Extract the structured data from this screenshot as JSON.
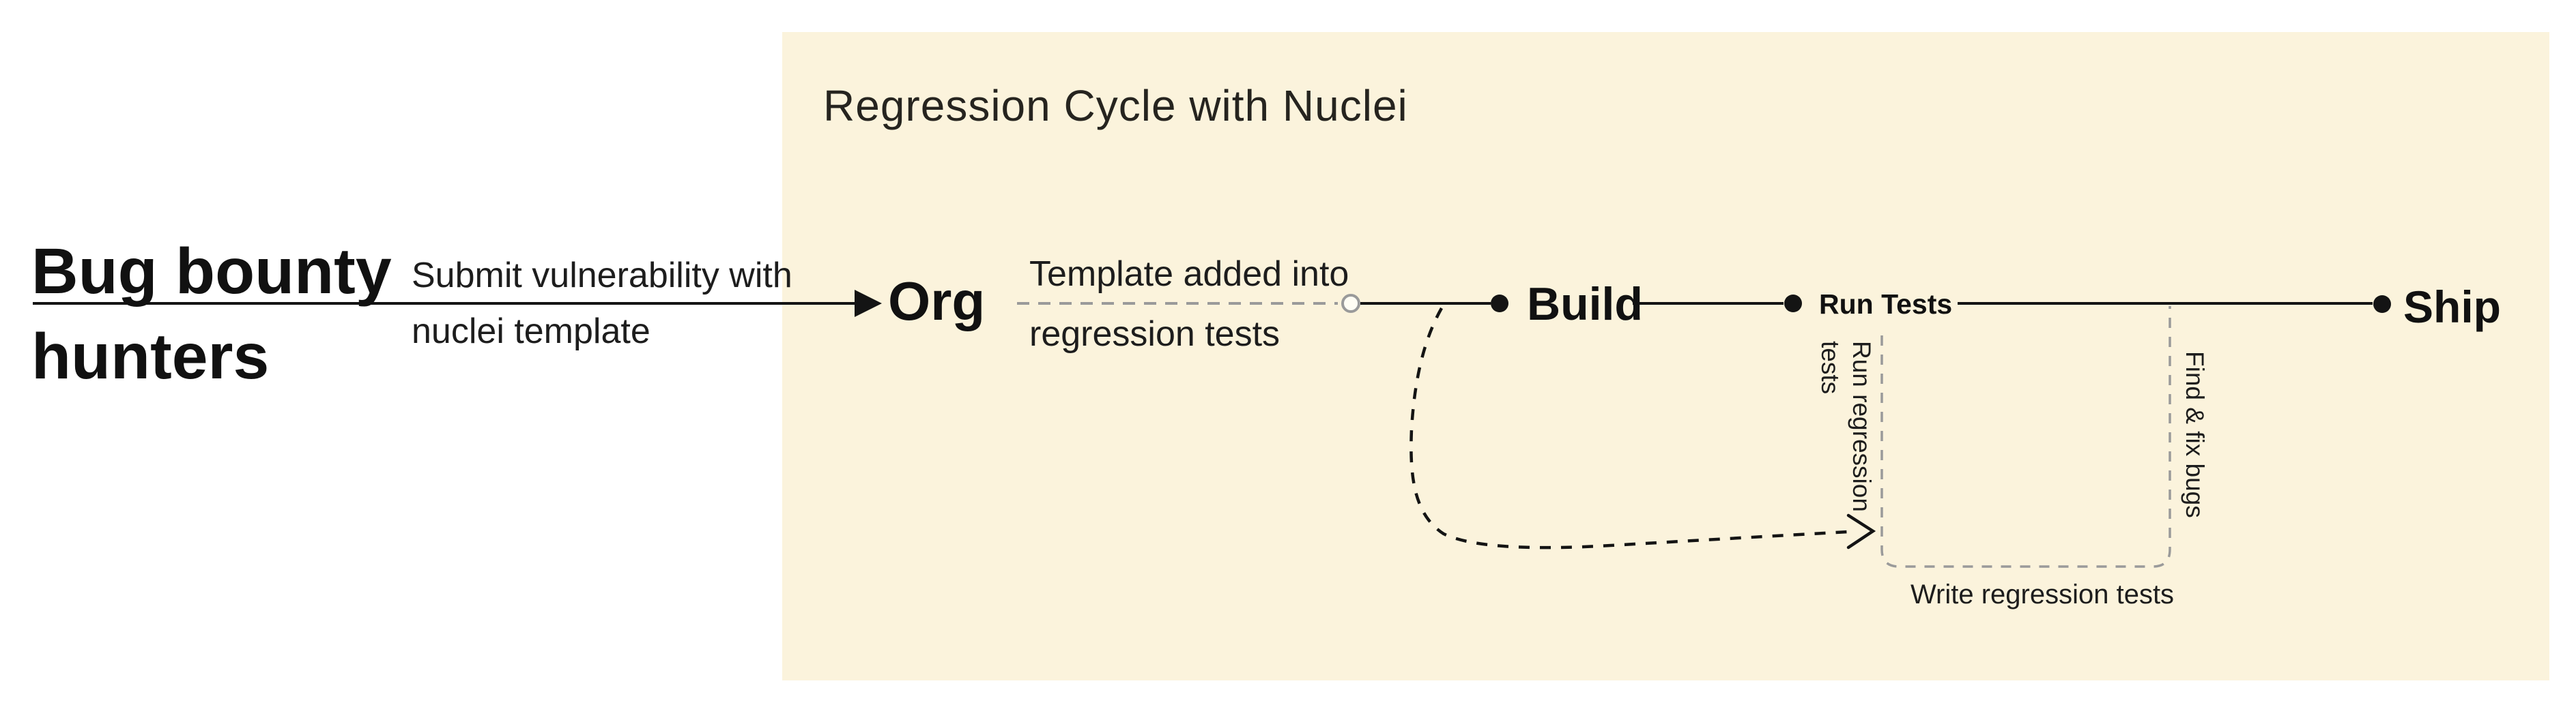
{
  "colors": {
    "page_background": "#ffffff",
    "panel_background": "#fbf3dc",
    "line_black": "#141414",
    "dash_gray": "#9a9a9a",
    "text_primary": "#1c1c1c"
  },
  "panel": {
    "title": "Regression Cycle with Nuclei"
  },
  "actor": {
    "line1": "Bug bounty",
    "line2": "hunters"
  },
  "submit_edge": {
    "label_line1": "Submit vulnerability with",
    "label_line2": "nuclei template"
  },
  "template_edge": {
    "label_line1": "Template added into",
    "label_line2": "regression tests"
  },
  "nodes": {
    "org": "Org",
    "build": "Build",
    "run_tests": "Run Tests",
    "ship": "Ship"
  },
  "loop": {
    "run_regression_line1": "Run regression",
    "run_regression_line2": "tests",
    "find_fix_bugs": "Find & fix bugs",
    "write_regression_tests": "Write regression tests"
  }
}
